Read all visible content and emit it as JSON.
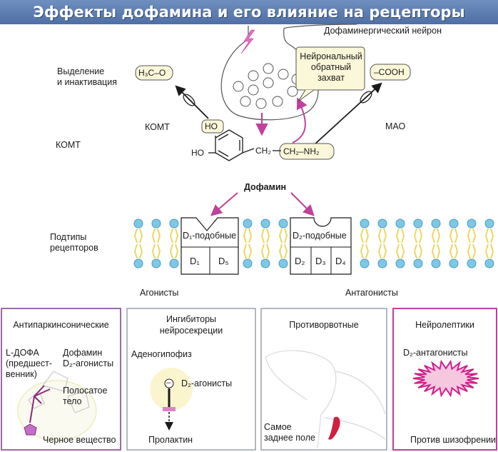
{
  "title": "Эффекты дофамина и его влияние на рецепторы",
  "neuron_label": "Дофаминергический нейрон",
  "release_label": "Выделение\nи инактивация",
  "comt_label_1": "КОМТ",
  "comt_label_2": "КОМТ",
  "mao_label": "МАО",
  "reuptake_label": "Нейрональный\nобратный\nзахват",
  "product_comt": "H₃C–O",
  "product_mao": "–COOH",
  "ho_upper": "HO",
  "ho_left": "HO",
  "ch2_a": "CH₂",
  "ch2_nh2": "CH₂–NH₂",
  "dopamine_label": "Дофамин",
  "receptor_subtypes_label": "Подтипы\nрецепторов",
  "d1_like": "D₁-подобные",
  "d2_like": "D₂-подобные",
  "d1": "D₁",
  "d5": "D₅",
  "d2": "D₂",
  "d3": "D₃",
  "d4": "D₄",
  "agonists_label": "Агонисты",
  "antagonists_label": "Антагонисты",
  "boxes": [
    {
      "title": "Антипаркинсонические",
      "levodopa": "L-ДОФА\n(предшест-\nвенник)",
      "dopamine_agonists": "Дофамин\nD₂-агонисты",
      "striatum": "Полосатое\nтело",
      "substantia_nigra": "Черное вещество"
    },
    {
      "title": "Ингибиторы\nнейросекреции",
      "pituitary": "Аденогипофиз",
      "d2_agonists": "D₂-агонисты",
      "prolactin": "Пролактин",
      "minus": "–"
    },
    {
      "title": "Противорвотные",
      "area_postrema": "Самое\nзаднее поле"
    },
    {
      "title": "Нейролептики",
      "d2_antagonists": "D₂-антагонисты",
      "schizophrenia": "Против шизофрении"
    }
  ],
  "colors": {
    "title_bar": "#5a78ad",
    "arrow_magenta": "#c0409a",
    "bead_blue": "#7ec8e6",
    "tail_yellow": "#f0e070",
    "box1_border": "#9b6aa8",
    "box4_border": "#c0409a",
    "box_border": "#9aa0a8",
    "label_fill": "#fbf7d9"
  }
}
